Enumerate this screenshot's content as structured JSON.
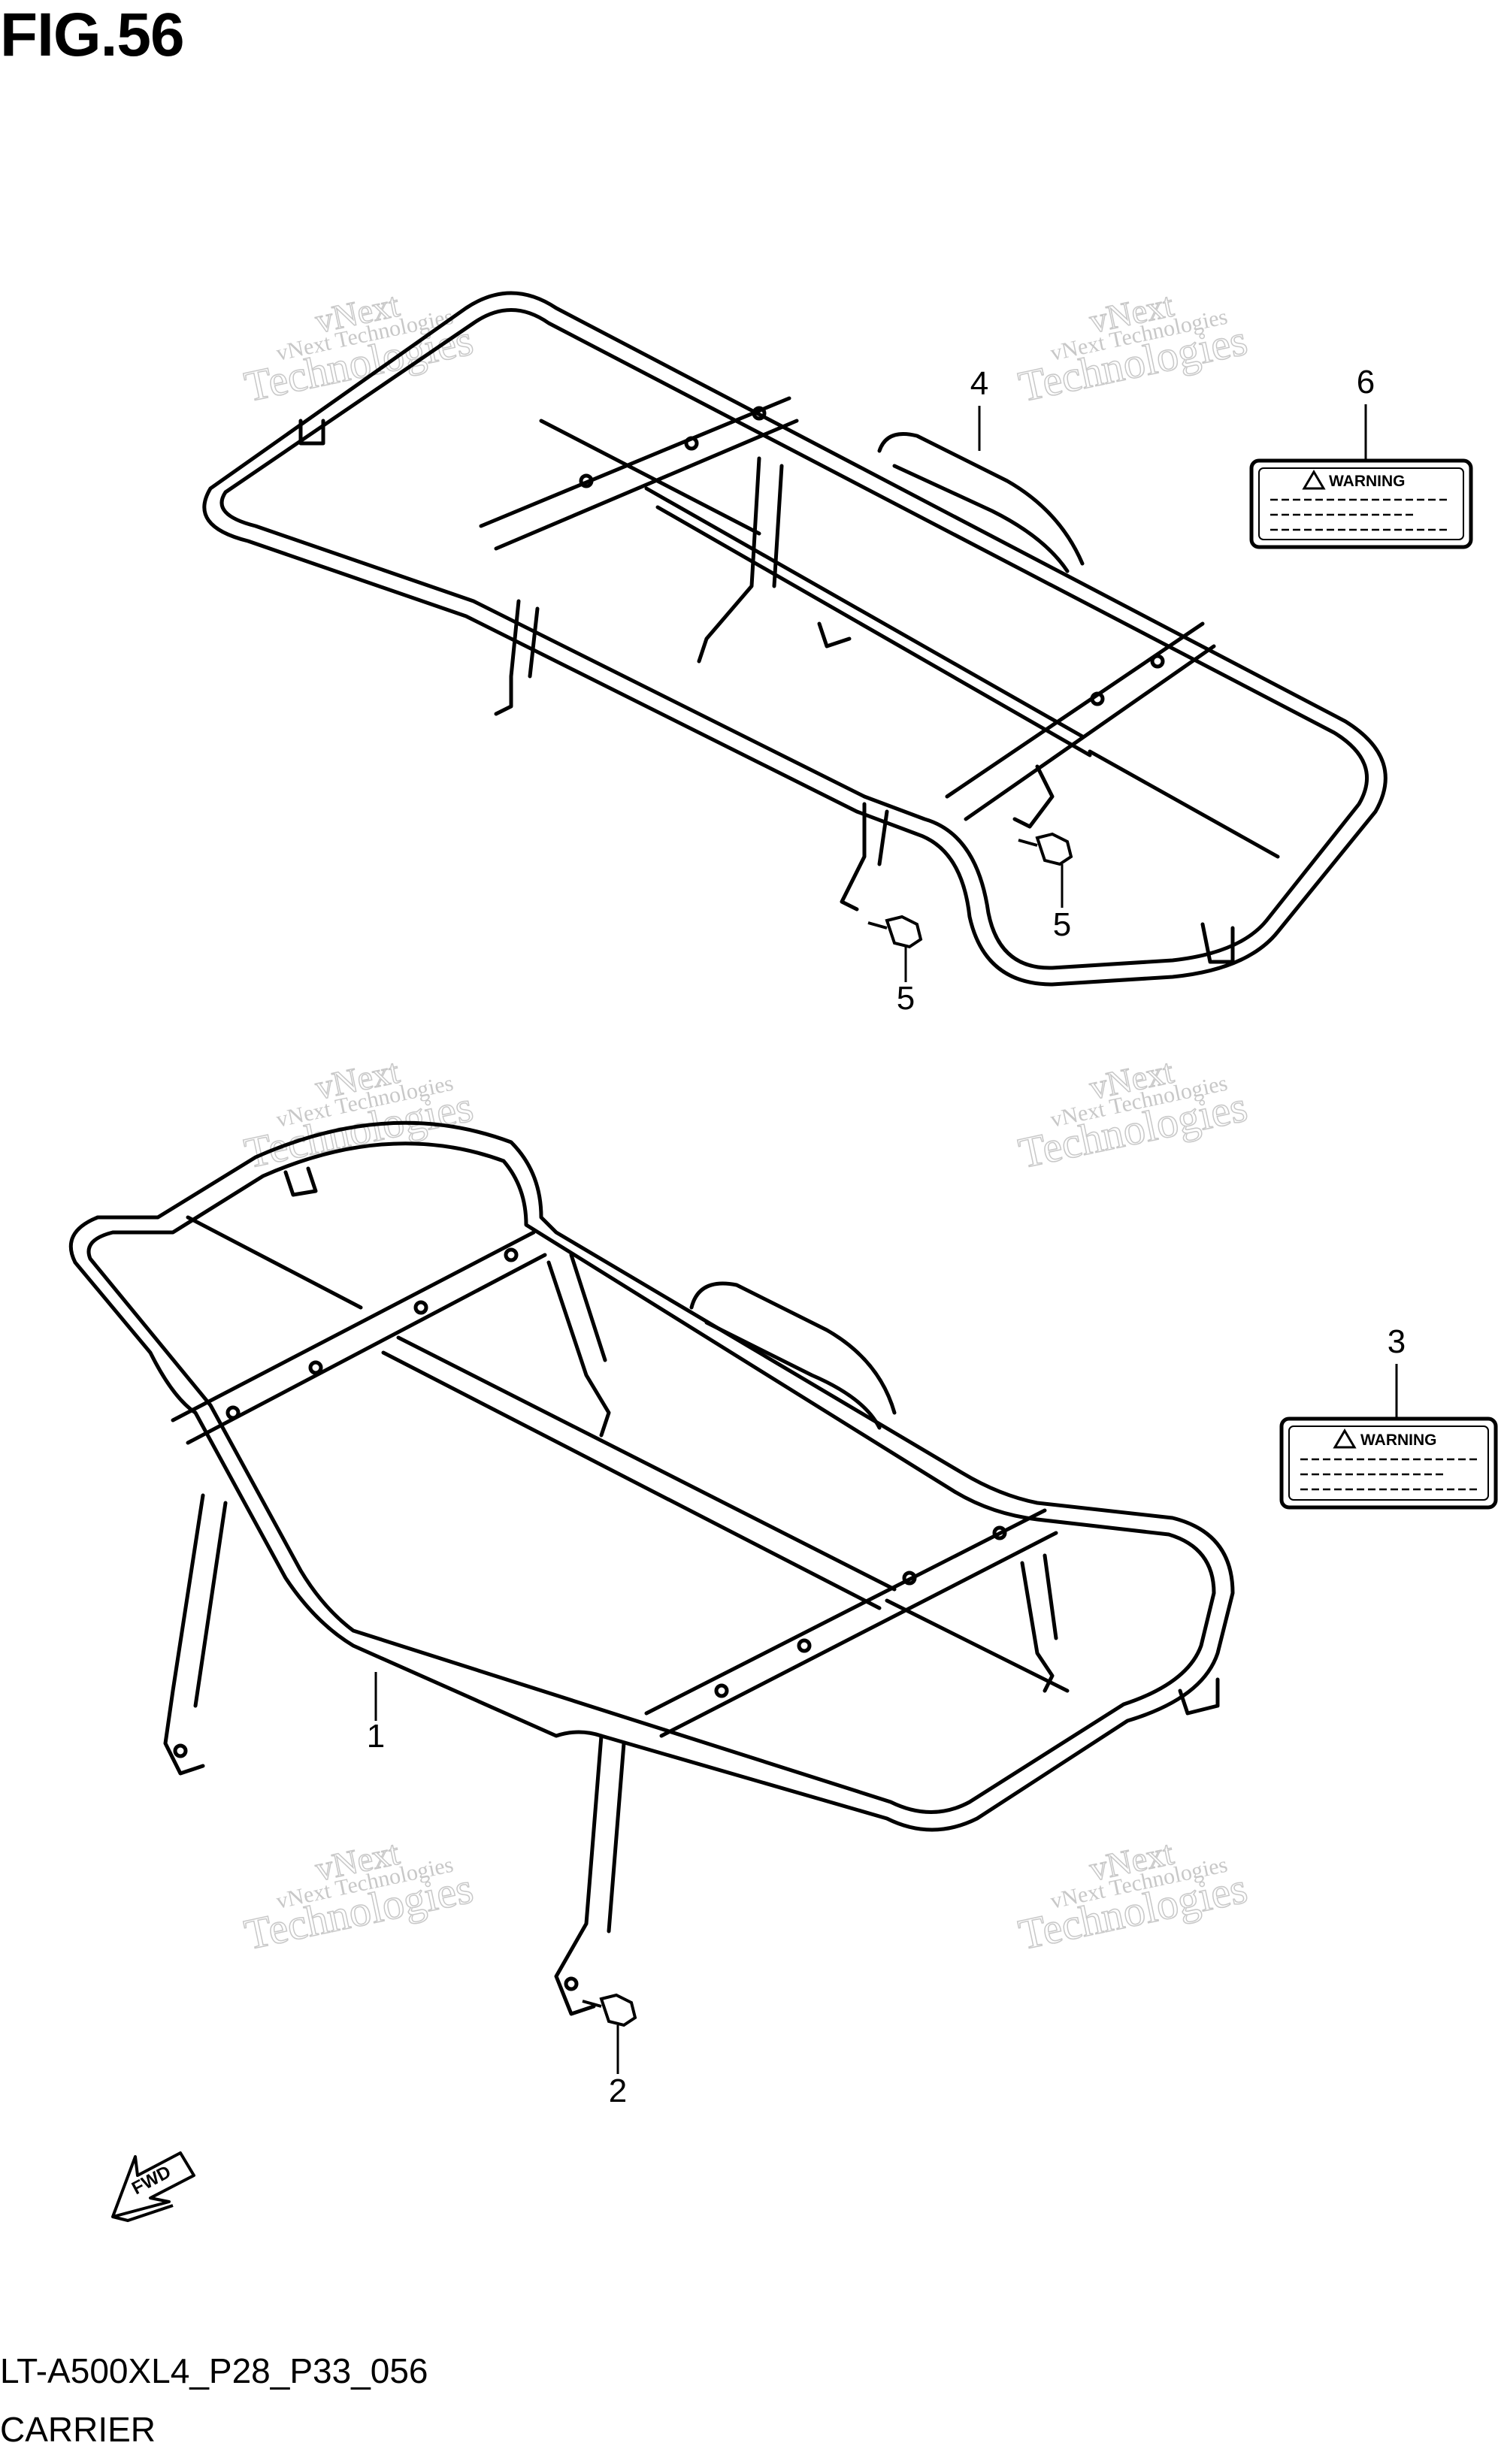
{
  "figure": {
    "title": "FIG.56",
    "code": "LT-A500XL4_P28_P33_056",
    "name": "CARRIER"
  },
  "callouts": [
    {
      "id": "callout-4",
      "number": "4"
    },
    {
      "id": "callout-6",
      "number": "6"
    },
    {
      "id": "callout-5a",
      "number": "5"
    },
    {
      "id": "callout-5b",
      "number": "5"
    },
    {
      "id": "callout-3",
      "number": "3"
    },
    {
      "id": "callout-1",
      "number": "1"
    },
    {
      "id": "callout-2",
      "number": "2"
    }
  ],
  "labels": {
    "warning_text": "WARNING"
  },
  "watermark": {
    "line1": "vNext Technologies",
    "line2": "vNext",
    "line3": "Technologies"
  },
  "fwd": "FWD",
  "colors": {
    "ink": "#000000",
    "watermark": "#c8c8c8"
  }
}
